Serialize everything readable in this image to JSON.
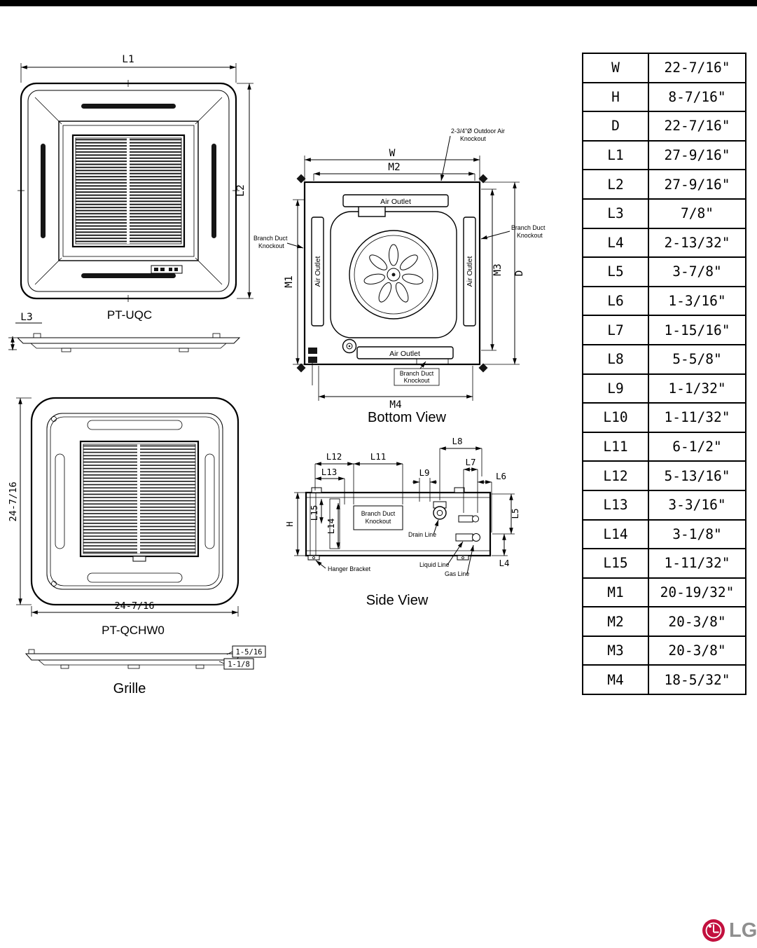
{
  "titles": {
    "top_view_model": "PT-UQC",
    "grille_model": "PT-QCHW0",
    "grille_caption": "Grille",
    "bottom_view_caption": "Bottom View",
    "side_view_caption": "Side View"
  },
  "annotations": {
    "air_outlet": "Air Outlet",
    "branch_duct": "Branch Duct",
    "knockout": "Knockout",
    "outdoor_air_line1": "2-3/4\"Ø Outdoor Air",
    "outdoor_air_line2": "Knockout",
    "drain_line": "Drain Line",
    "hanger_bracket": "Hanger Bracket",
    "liquid_line": "Liquid Line",
    "gas_line": "Gas Line"
  },
  "dims": {
    "W": "W",
    "H": "H",
    "D": "D",
    "L1": "L1",
    "L2": "L2",
    "L3": "L3",
    "L4": "L4",
    "L5": "L5",
    "L6": "L6",
    "L7": "L7",
    "L8": "L8",
    "L9": "L9",
    "L11": "L11",
    "L12": "L12",
    "L13": "L13",
    "L14": "L14",
    "L15": "L15",
    "M1": "M1",
    "M2": "M2",
    "M3": "M3",
    "M4": "M4"
  },
  "grille_dims": {
    "width": "24-7/16",
    "height": "24-7/16",
    "profile_total": "1-5/16",
    "profile_body": "1-1/8"
  },
  "dimensions_table": {
    "rows": [
      {
        "label": "W",
        "value": "22-7/16\""
      },
      {
        "label": "H",
        "value": "8-7/16\""
      },
      {
        "label": "D",
        "value": "22-7/16\""
      },
      {
        "label": "L1",
        "value": "27-9/16\""
      },
      {
        "label": "L2",
        "value": "27-9/16\""
      },
      {
        "label": "L3",
        "value": "7/8\""
      },
      {
        "label": "L4",
        "value": "2-13/32\""
      },
      {
        "label": "L5",
        "value": "3-7/8\""
      },
      {
        "label": "L6",
        "value": "1-3/16\""
      },
      {
        "label": "L7",
        "value": "1-15/16\""
      },
      {
        "label": "L8",
        "value": "5-5/8\""
      },
      {
        "label": "L9",
        "value": "1-1/32\""
      },
      {
        "label": "L10",
        "value": "1-11/32\""
      },
      {
        "label": "L11",
        "value": "6-1/2\""
      },
      {
        "label": "L12",
        "value": "5-13/16\""
      },
      {
        "label": "L13",
        "value": "3-3/16\""
      },
      {
        "label": "L14",
        "value": "3-1/8\""
      },
      {
        "label": "L15",
        "value": "1-11/32\""
      },
      {
        "label": "M1",
        "value": "20-19/32\""
      },
      {
        "label": "M2",
        "value": "20-3/8\""
      },
      {
        "label": "M3",
        "value": "20-3/8\""
      },
      {
        "label": "M4",
        "value": "18-5/32\""
      }
    ]
  },
  "logo": {
    "wordmark": "LG"
  },
  "colors": {
    "lg_red": "#c2103e",
    "lg_gray": "#8f8f8f"
  }
}
